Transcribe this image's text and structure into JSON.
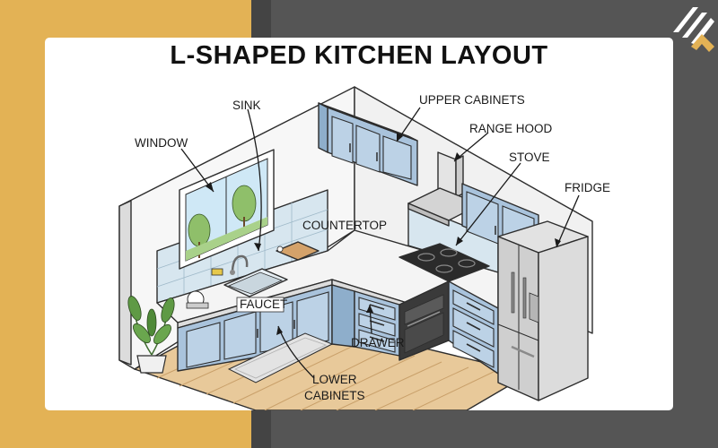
{
  "title": "L-SHAPED KITCHEN LAYOUT",
  "labels": {
    "window": "WINDOW",
    "sink": "SINK",
    "upper_cabinets": "UPPER CABINETS",
    "range_hood": "RANGE HOOD",
    "stove": "STOVE",
    "fridge": "FRIDGE",
    "countertop": "COUNTERTOP",
    "faucet": "FAUCET",
    "drawer": "DRAWER",
    "lower_cabinets_line1": "LOWER",
    "lower_cabinets_line2": "CABINETS"
  },
  "colors": {
    "background_left": "#e3b255",
    "background_right": "#555555",
    "cabinet_blue": "#a9c3dc",
    "floor_wood": "#e8c99a",
    "wall_tile": "#d7e6ef"
  }
}
